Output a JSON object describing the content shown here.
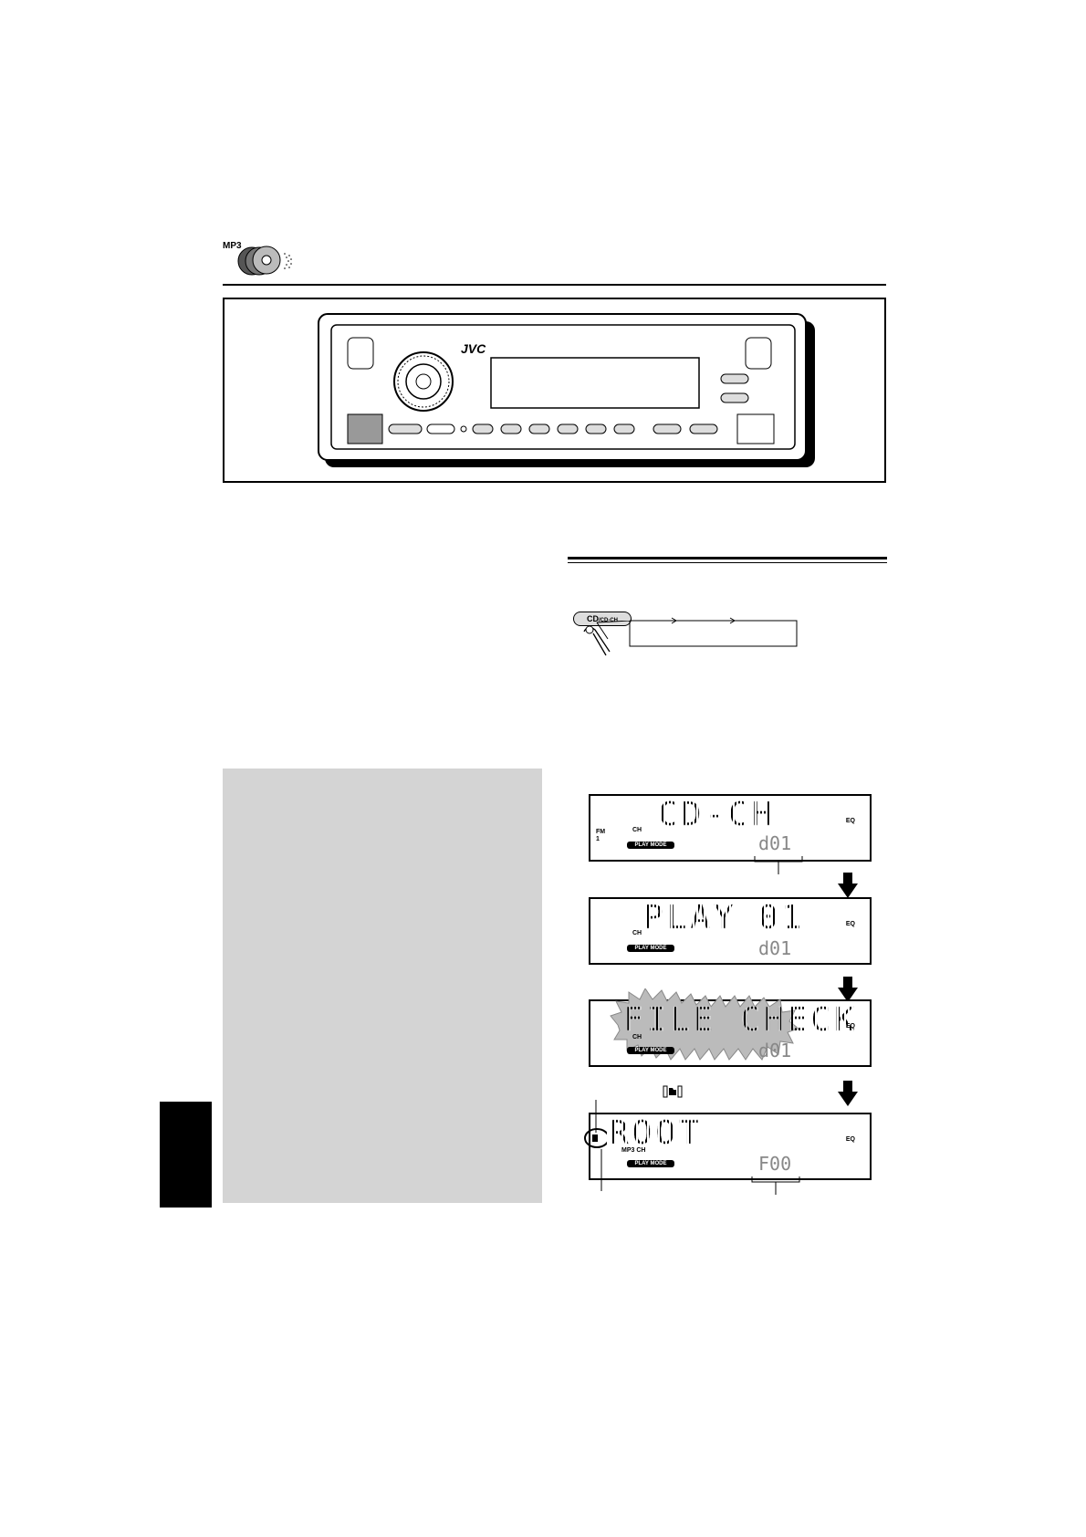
{
  "header": {
    "mp3_logo_text": "MP3"
  },
  "unit": {
    "brand": "JVC"
  },
  "source_button": {
    "label_main": "CD",
    "label_sub": "/CD-CH"
  },
  "displays": [
    {
      "main_text": "CD-CH",
      "band_text": "FM",
      "band_num": "1",
      "ch_text": "CH",
      "play_mode": "PLAY MODE",
      "eq": "EQ",
      "seg_text": "d01"
    },
    {
      "main_text": "PLAY",
      "main_text2": "01",
      "ch_text": "CH",
      "play_mode": "PLAY MODE",
      "eq": "EQ",
      "seg_text": "d01"
    },
    {
      "main_text": "FILE CHECK",
      "ch_text": "CH",
      "play_mode": "PLAY MODE",
      "eq": "EQ",
      "seg_text": "d01"
    },
    {
      "main_text": "ROOT",
      "ch_text": "MP3 CH",
      "play_mode": "PLAY MODE",
      "eq": "EQ",
      "seg_text": "F00"
    }
  ]
}
